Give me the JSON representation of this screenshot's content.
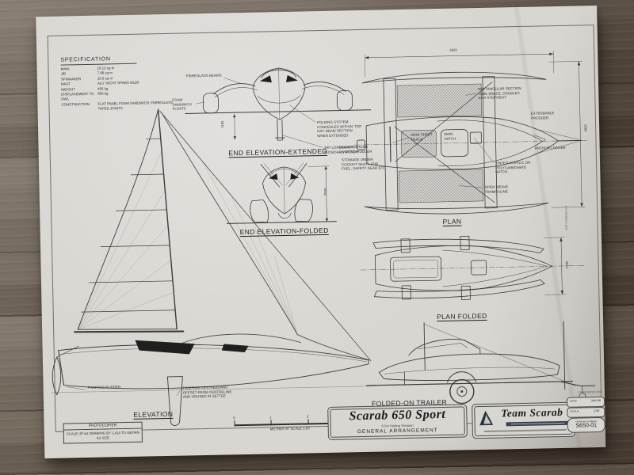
{
  "spec": {
    "title": "SPECIFICATION",
    "rows": [
      {
        "k": "MAIN",
        "v": "18.12 sq m"
      },
      {
        "k": "JIB",
        "v": "7.88 sq m"
      },
      {
        "k": "SPINNAKER",
        "v": "18.5 sq m"
      },
      {
        "k": "MAST",
        "v": "ALU YACHT SPARS M130"
      },
      {
        "k": "WEIGHT",
        "v": "485 kg"
      },
      {
        "k": "DISPLACEMENT TO DWL",
        "v": "800 kg"
      },
      {
        "k": "CONSTRUCTION",
        "v": "FLAT PANEL FOAM SANDWICH, FIBREGLASS TAPED JOINTS"
      }
    ]
  },
  "views": {
    "elevation": {
      "label": "ELEVATION"
    },
    "end_extended": {
      "label": "END ELEVATION-EXTENDED",
      "dim_height": "1165"
    },
    "end_folded": {
      "label": "END ELEVATION-FOLDED",
      "dim_height": "2500"
    },
    "plan": {
      "label": "PLAN",
      "dim_length": "6520",
      "dim_beam": "4900"
    },
    "plan_folded": {
      "label": "PLAN FOLDED",
      "dim_beam": "2490"
    },
    "trailer": {
      "label": "FOLDED-ON TRAILER"
    }
  },
  "callouts": {
    "fibreglass_beams": "FIBREGLASS BEAMS",
    "foam_floats": "FOAM SANDWICH FLOATS",
    "folding_system": "FOLDING SYSTEM CONCEALED WITHIN 'TOP HAT' BEAM SECTION WHEN EXTENDED",
    "outboard": "4HP LONGSHAFT OUTBOARD MOTOR",
    "transom_rudder": "TRANSOM HUNG PIVOTING RUDDER",
    "stowage": "STOWAGE UNDER COCKPIT SEATS FOR FUEL, SAFETY GEAR ETC",
    "tube_brace": "RECTANGULAR SECTION TUBE BRACE, DOUBLES AS A STEP/SEAT",
    "prodder": "EXTENDABLE PRODDER",
    "anchor_locker": "ANCHOR LOCKER",
    "tinted_hatch": "TINTED ACRYLIC OR POLYCARBONATE HATCH",
    "trampoline": "OPEN WEAVE TRAMPOLINE",
    "main_sheet_track": "MAIN SHEET TRACK",
    "main_hatch": "MAIN HATCH",
    "pivoting_rudder": "PIVOTING RUDDER",
    "centreboard": "PIVOTING CENTREBOARD OFFSET FROM CENTRELINE AND HOUSED IN SETTEE"
  },
  "scalebar": {
    "ticks": [
      "0",
      "1",
      "2",
      "3"
    ],
    "caption": "METRES AT SCALE 1:50"
  },
  "titleblock": {
    "boat_name": "Scarab 650 Sport",
    "boat_sub": "6.5m Folding Trimaran",
    "drawing_title": "GENERAL ARRANGEMENT",
    "company": "Team Scarab",
    "date_label": "DATE",
    "date_value": "JAN 06",
    "scale_label": "SCALE",
    "scale_value": "1:50",
    "dwg_label": "DRAWING NUMBER",
    "dwg_value": "S650-01",
    "copyright": "© R KENDRICK 2006"
  },
  "photocopier": {
    "title": "PHOTOCOPIER",
    "body": "SCALE UP A4 DRAWING BY 1.414 TO OBTAIN A3 SIZE"
  }
}
